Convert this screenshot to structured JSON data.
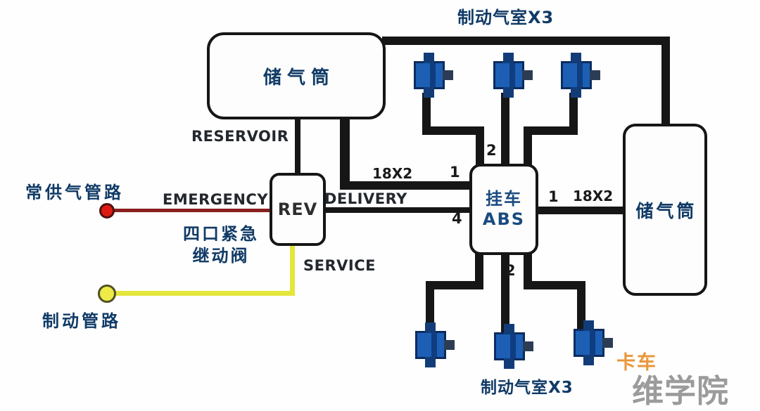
{
  "diagram": {
    "top_group_label": "制动气室X3",
    "bottom_group_label": "制动气室X3",
    "left_reservoir_label": "储气筒",
    "right_reservoir_label": "储气筒",
    "reservoir_port_label": "RESERVOIR",
    "emergency_port_label": "EMERGENCY",
    "delivery_port_label": "DELIVERY",
    "service_port_label": "SERVICE",
    "rev_box_label": "REV",
    "rev_valve_name_line1": "四口紧急",
    "rev_valve_name_line2": "继动阀",
    "abs_box_line1": "挂车",
    "abs_box_line2": "ABS",
    "supply_line_label": "常供气管路",
    "brake_line_label": "制动管路",
    "hose_size_left": "18X2",
    "hose_size_right": "18X2",
    "ports": {
      "abs_top": "2",
      "abs_left": "1",
      "abs_delivery": "4",
      "abs_bottom": "2",
      "abs_right": "1"
    },
    "colors": {
      "pipe_black": "#161616",
      "emergency_line": "#8a1f1f",
      "emergency_dot": "#dd1a12",
      "service_line": "#e4e63c",
      "service_dot": "#eeeb48",
      "chamber_blue": "#1d5fb5",
      "chamber_dark_blue": "#123c78",
      "label_navy": "#103a66"
    }
  },
  "watermark": {
    "line1": "卡车",
    "line2": "维学院",
    "line1_color": "#e8973a",
    "line2_color": "#9b9b9b"
  }
}
